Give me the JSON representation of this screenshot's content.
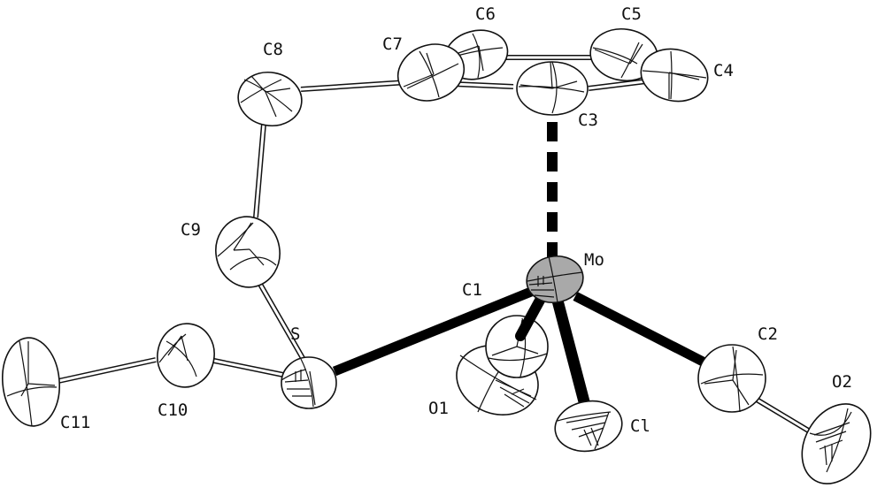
{
  "title": "ORTEP molecular structure",
  "colors": {
    "ink": "#111111",
    "metal_fill": "#a9a9a9",
    "background": "#ffffff"
  },
  "atoms": [
    {
      "id": "Mo",
      "label": "Mo",
      "type": "metal"
    },
    {
      "id": "C1",
      "label": "C1",
      "type": "carbon"
    },
    {
      "id": "C2",
      "label": "C2",
      "type": "carbon"
    },
    {
      "id": "C3",
      "label": "C3",
      "type": "carbon"
    },
    {
      "id": "C4",
      "label": "C4",
      "type": "carbon"
    },
    {
      "id": "C5",
      "label": "C5",
      "type": "carbon"
    },
    {
      "id": "C6",
      "label": "C6",
      "type": "carbon"
    },
    {
      "id": "C7",
      "label": "C7",
      "type": "carbon"
    },
    {
      "id": "C8",
      "label": "C8",
      "type": "carbon"
    },
    {
      "id": "C9",
      "label": "C9",
      "type": "carbon"
    },
    {
      "id": "C10",
      "label": "C10",
      "type": "carbon"
    },
    {
      "id": "C11",
      "label": "C11",
      "type": "carbon"
    },
    {
      "id": "S",
      "label": "S",
      "type": "hetero"
    },
    {
      "id": "O1",
      "label": "O1",
      "type": "hetero"
    },
    {
      "id": "O2",
      "label": "O2",
      "type": "hetero"
    },
    {
      "id": "Cl",
      "label": "Cl",
      "type": "hetero"
    }
  ],
  "bonds": [
    {
      "from": "Mo",
      "to": "C1",
      "style": "metal"
    },
    {
      "from": "Mo",
      "to": "C2",
      "style": "metal"
    },
    {
      "from": "Mo",
      "to": "Cl",
      "style": "metal"
    },
    {
      "from": "Mo",
      "to": "S",
      "style": "metal"
    },
    {
      "from": "Mo",
      "to": "C3",
      "style": "dashed"
    },
    {
      "from": "C1",
      "to": "O1",
      "style": "open"
    },
    {
      "from": "C2",
      "to": "O2",
      "style": "open"
    },
    {
      "from": "S",
      "to": "C9",
      "style": "open"
    },
    {
      "from": "S",
      "to": "C10",
      "style": "open"
    },
    {
      "from": "C10",
      "to": "C11",
      "style": "open"
    },
    {
      "from": "C9",
      "to": "C8",
      "style": "open"
    },
    {
      "from": "C8",
      "to": "C7",
      "style": "open"
    },
    {
      "from": "C7",
      "to": "C6",
      "style": "open"
    },
    {
      "from": "C6",
      "to": "C5",
      "style": "open"
    },
    {
      "from": "C5",
      "to": "C4",
      "style": "open"
    },
    {
      "from": "C4",
      "to": "C3",
      "style": "open"
    },
    {
      "from": "C3",
      "to": "C7",
      "style": "open"
    }
  ]
}
